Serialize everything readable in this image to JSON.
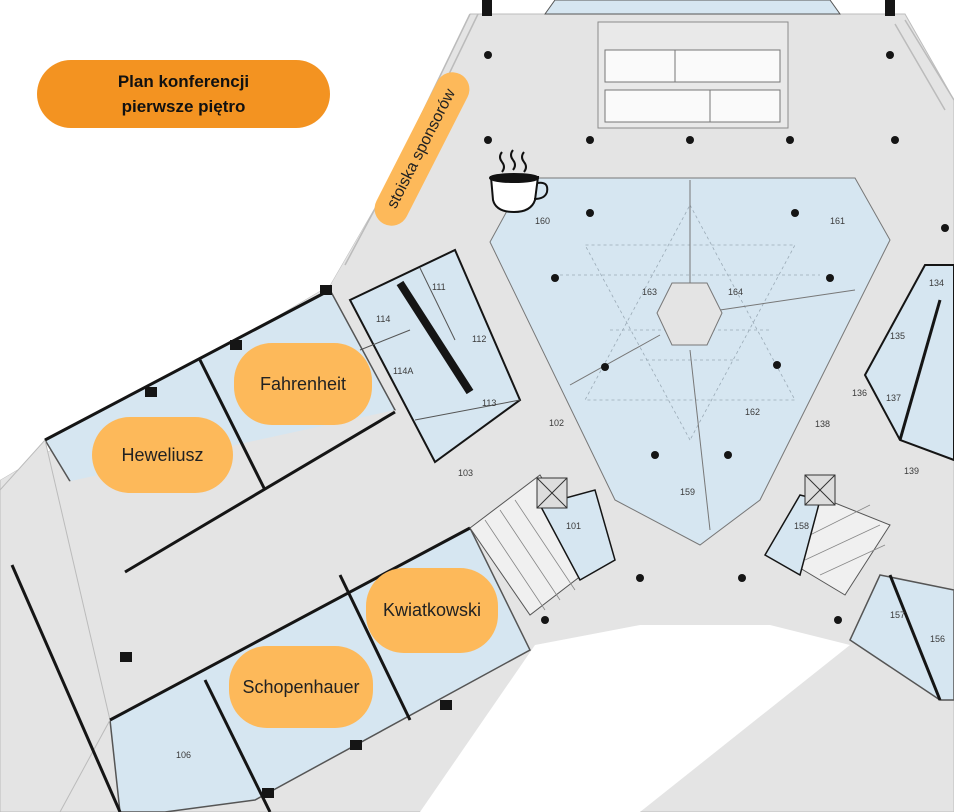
{
  "title": {
    "line1": "Plan konferencji",
    "line2": "pierwsze piętro"
  },
  "sponsor_area": "stoiska sponsorów",
  "coffee": {
    "icon": "coffee-cup-icon"
  },
  "meeting_rooms": {
    "fahrenheit": "Fahrenheit",
    "heweliusz": "Heweliusz",
    "kwiatkowski": "Kwiatkowski",
    "schopenhauer": "Schopenhauer"
  },
  "room_numbers": {
    "r160": "160",
    "r161": "161",
    "r163": "163",
    "r164": "164",
    "r162": "162",
    "r159": "159",
    "r111": "111",
    "r114": "114",
    "r112": "112",
    "r114a": "114A",
    "r113": "113",
    "r102": "102",
    "r103": "103",
    "r101": "101",
    "r134": "134",
    "r135": "135",
    "r136": "136",
    "r137": "137",
    "r138": "138",
    "r139": "139",
    "r158": "158",
    "r157": "157",
    "r156": "156",
    "r106": "106"
  },
  "colors": {
    "title_pill": "#f39321",
    "room_label_pill": "#fdb95a",
    "room_fill": "#d6e6f1",
    "corridor_fill": "#e4e4e4",
    "wall": "#151515"
  }
}
